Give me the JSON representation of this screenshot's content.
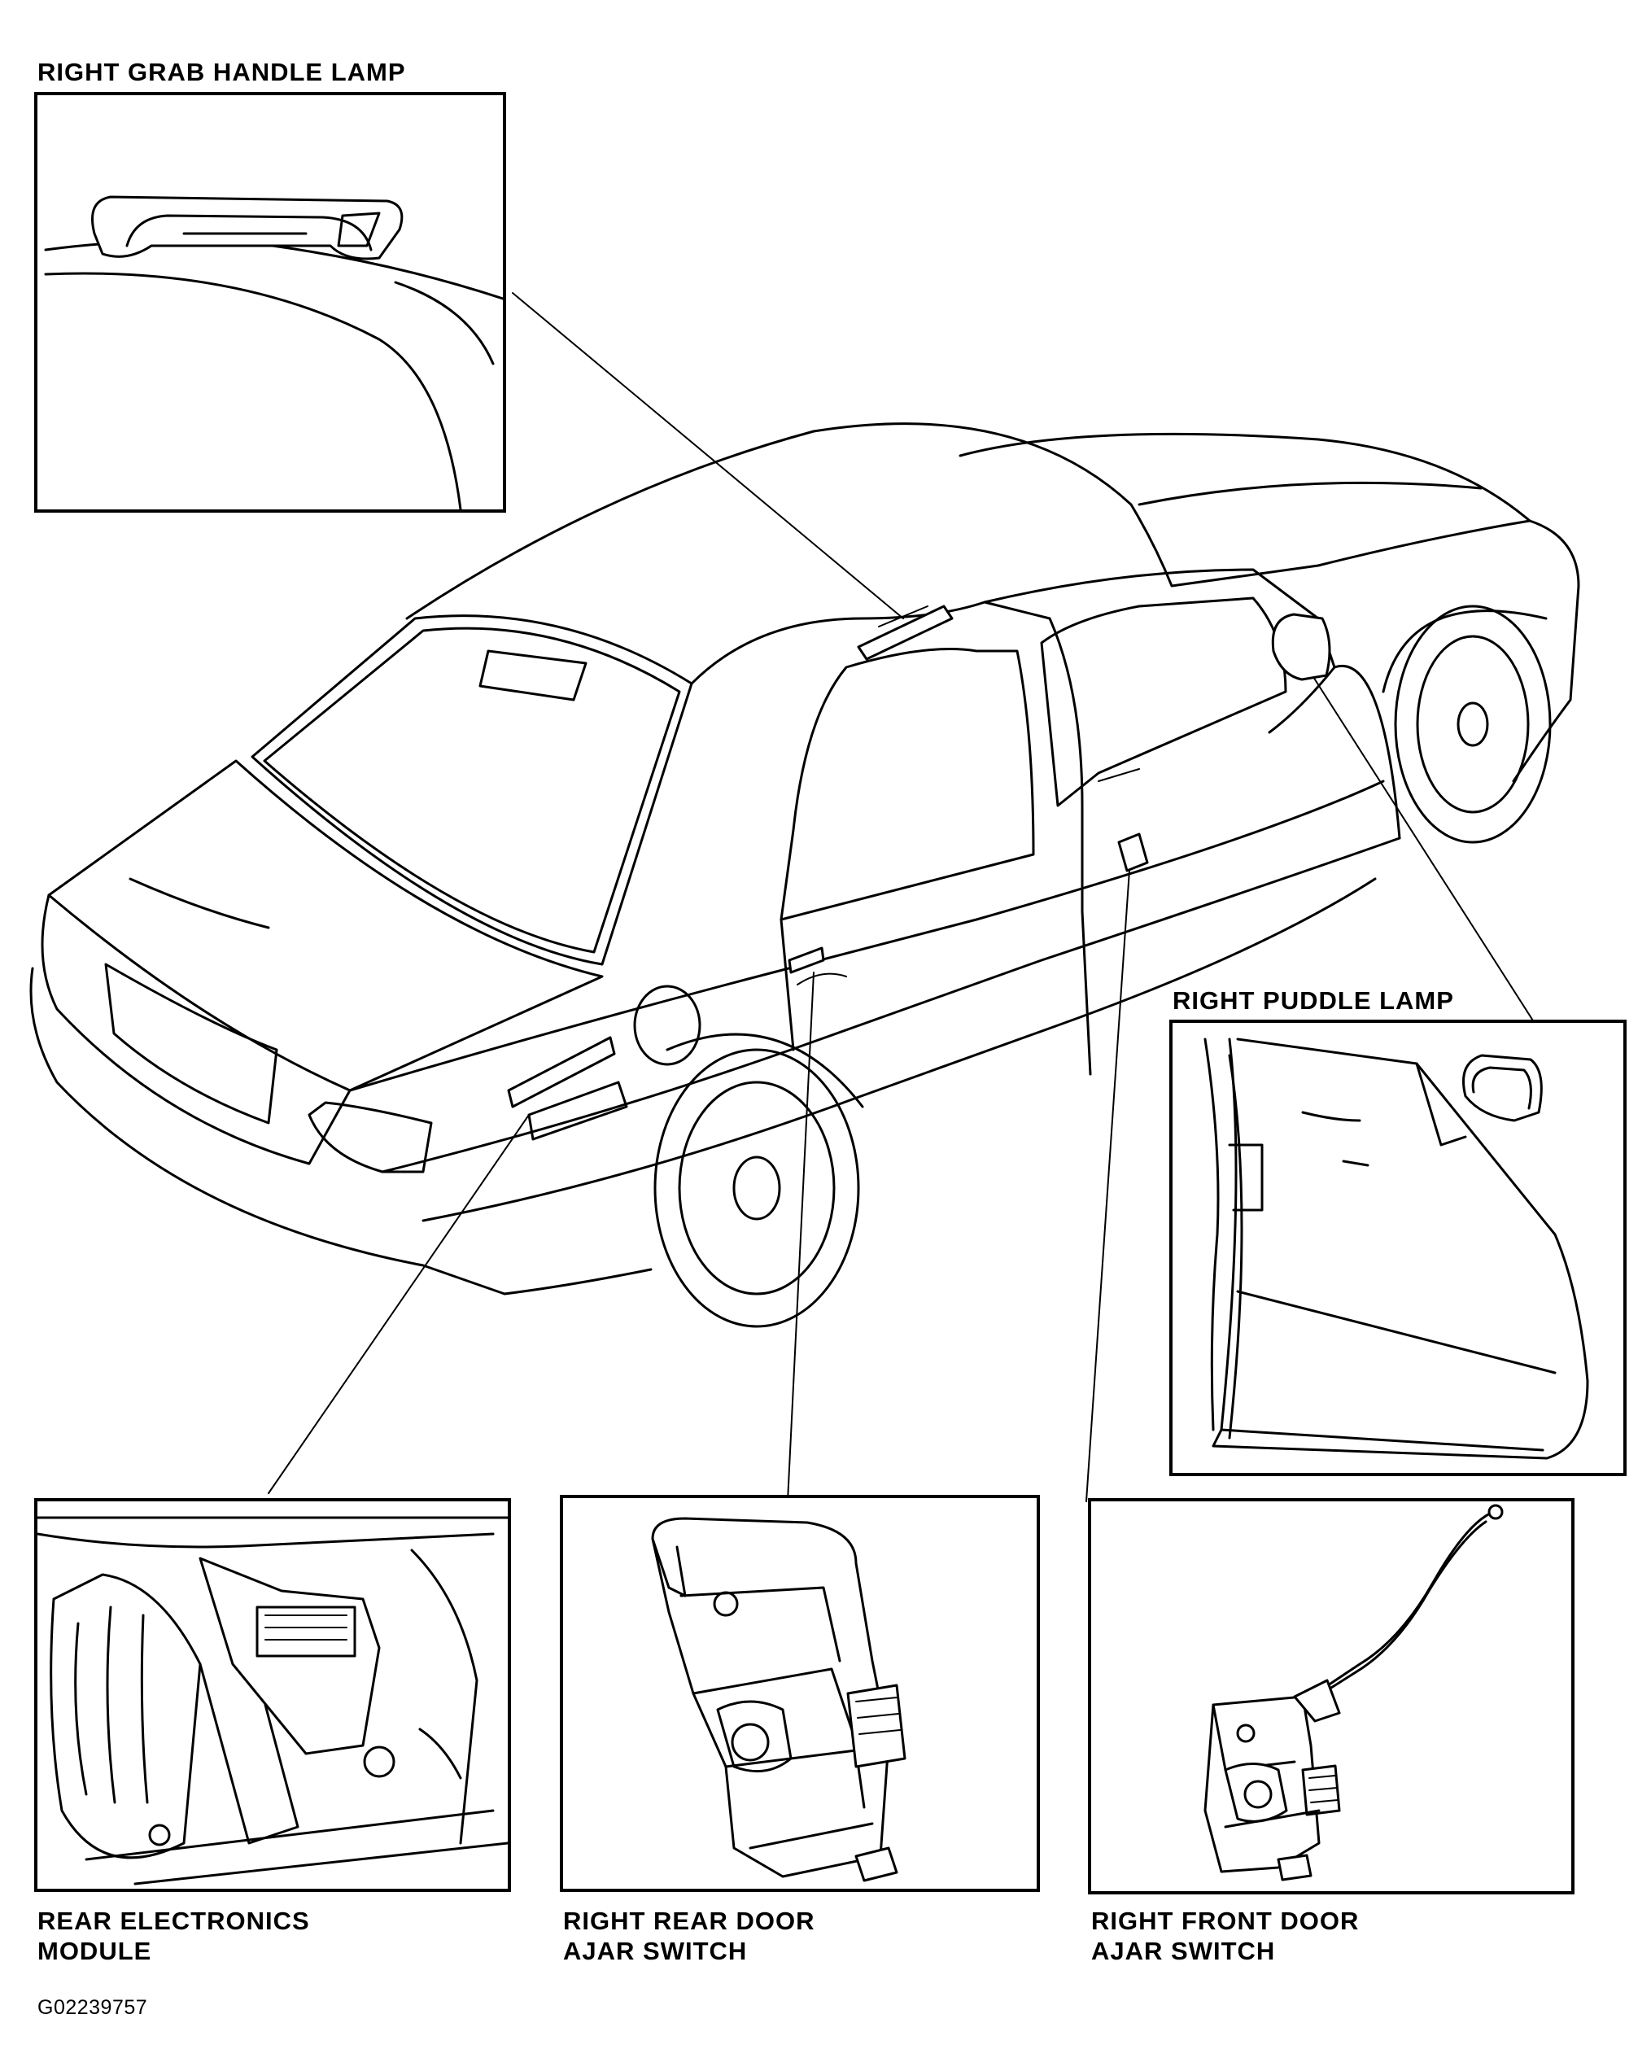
{
  "labels": {
    "grab_handle_lamp": "RIGHT GRAB HANDLE LAMP",
    "puddle_lamp": "RIGHT PUDDLE LAMP",
    "rear_electronics_module": [
      "REAR ELECTRONICS",
      "MODULE"
    ],
    "rear_door_ajar_switch": [
      "RIGHT REAR DOOR",
      "AJAR SWITCH"
    ],
    "front_door_ajar_switch": [
      "RIGHT FRONT DOOR",
      "AJAR SWITCH"
    ]
  },
  "figure_id": "G02239757"
}
